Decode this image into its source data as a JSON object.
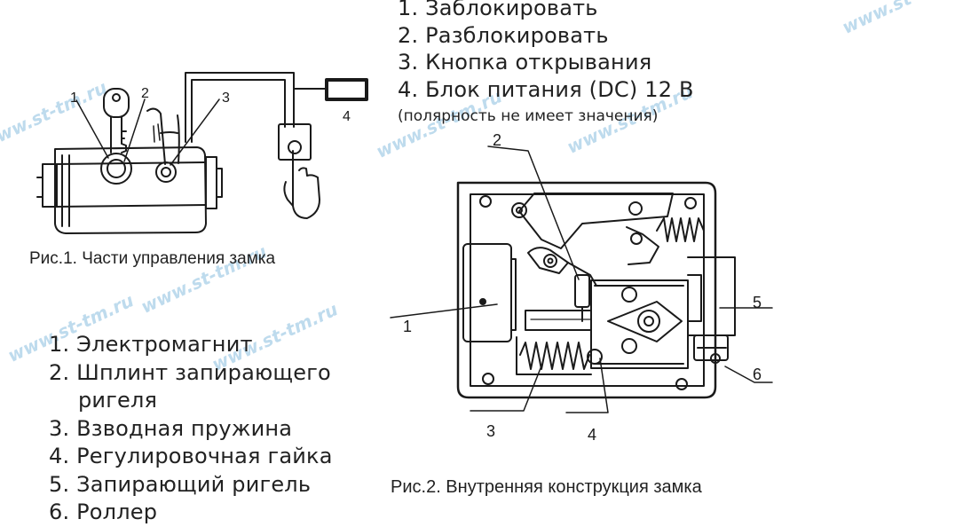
{
  "top_legend": {
    "items": [
      "1. Заблокировать",
      "2. Разблокировать",
      "3. Кнопка открывания",
      "4. Блок питания (DC) 12 В"
    ],
    "note": "(полярность не имеет значения)"
  },
  "fig1": {
    "caption": "Рис.1. Части управления замка",
    "labels": [
      "1",
      "2",
      "3",
      "4"
    ]
  },
  "fig2": {
    "caption": "Рис.2. Внутренняя конструкция замка",
    "labels": [
      "1",
      "2",
      "3",
      "4",
      "5",
      "6"
    ]
  },
  "bottom_legend": {
    "items": [
      "1. Электромагнит",
      "2. Шплинт запирающего",
      "ригеля",
      "3. Взводная пружина",
      "4. Регулировочная гайка",
      "5. Запирающий ригель",
      "6. Роллер"
    ]
  },
  "watermark": "www.st-tm.ru",
  "colors": {
    "line": "#1a1a1a",
    "watermark": "#a9cfe8"
  }
}
